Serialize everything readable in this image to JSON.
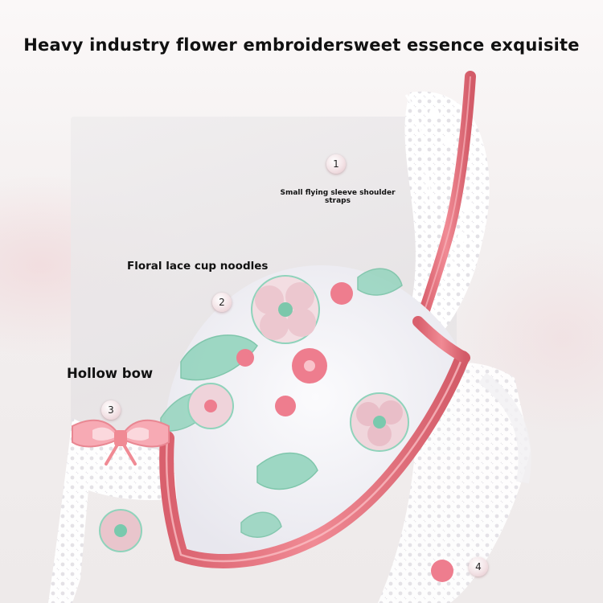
{
  "headline": "Heavy industry flower embroidersweet essence exquisite",
  "callouts": {
    "strap": {
      "number": "1",
      "label": "Small flying sleeve shoulder straps"
    },
    "cup": {
      "number": "2",
      "label": "Floral lace cup noodles"
    },
    "bow": {
      "number": "3",
      "label": "Hollow bow"
    },
    "underwire": {
      "number": "4"
    }
  },
  "colors": {
    "strap_pink": "#e77b85",
    "lace_white": "#ffffff",
    "embroidery_pink": "#ee7d8e",
    "embroidery_mint": "#79c9ad",
    "background": "#f3efef"
  }
}
